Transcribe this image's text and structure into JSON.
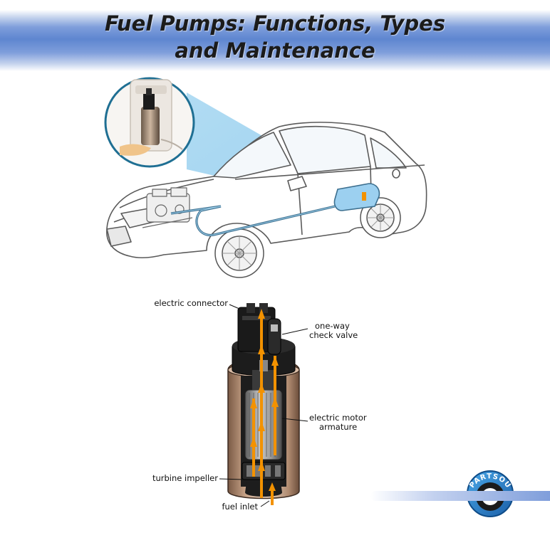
{
  "title": {
    "line1": "Fuel Pumps: Functions, Types",
    "line2": "and Maintenance"
  },
  "labels": {
    "electric_connector": "electric connector",
    "check_valve_line1": "one-way",
    "check_valve_line2": "check valve",
    "motor_line1": "electric motor",
    "motor_line2": "armature",
    "turbine_impeller": "turbine impeller",
    "fuel_inlet": "fuel inlet"
  },
  "logo": {
    "text": "PARTSOUQ"
  },
  "colors": {
    "banner_blue": "#5e86d0",
    "fuel_arrow": "#f39200",
    "fuel_line": "#3c6f8f",
    "logo_blue": "#1f78c8"
  }
}
